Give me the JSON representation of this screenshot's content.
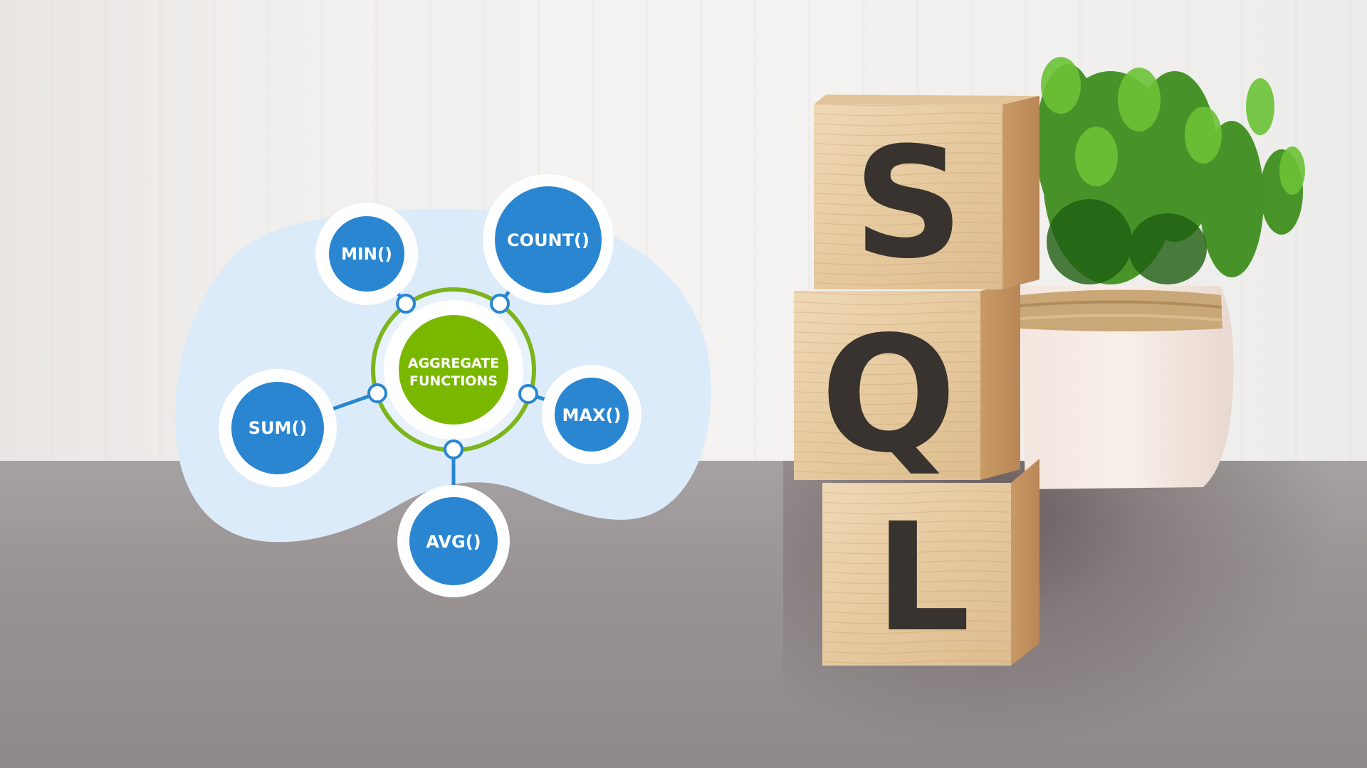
{
  "diagram": {
    "center": {
      "line1": "AGGREGATE",
      "line2": "FUNCTIONS",
      "color": "#7ab800"
    },
    "nodes": [
      {
        "id": "min",
        "label": "MIN()"
      },
      {
        "id": "count",
        "label": "COUNT()"
      },
      {
        "id": "sum",
        "label": "SUM()"
      },
      {
        "id": "max",
        "label": "MAX()"
      },
      {
        "id": "avg",
        "label": "AVG()"
      }
    ],
    "colors": {
      "node_blue": "#2a86d1",
      "blob": "#dcebf9",
      "ring_green": "#7db51c"
    }
  },
  "blocks": {
    "letters": [
      "S",
      "Q",
      "L"
    ]
  }
}
